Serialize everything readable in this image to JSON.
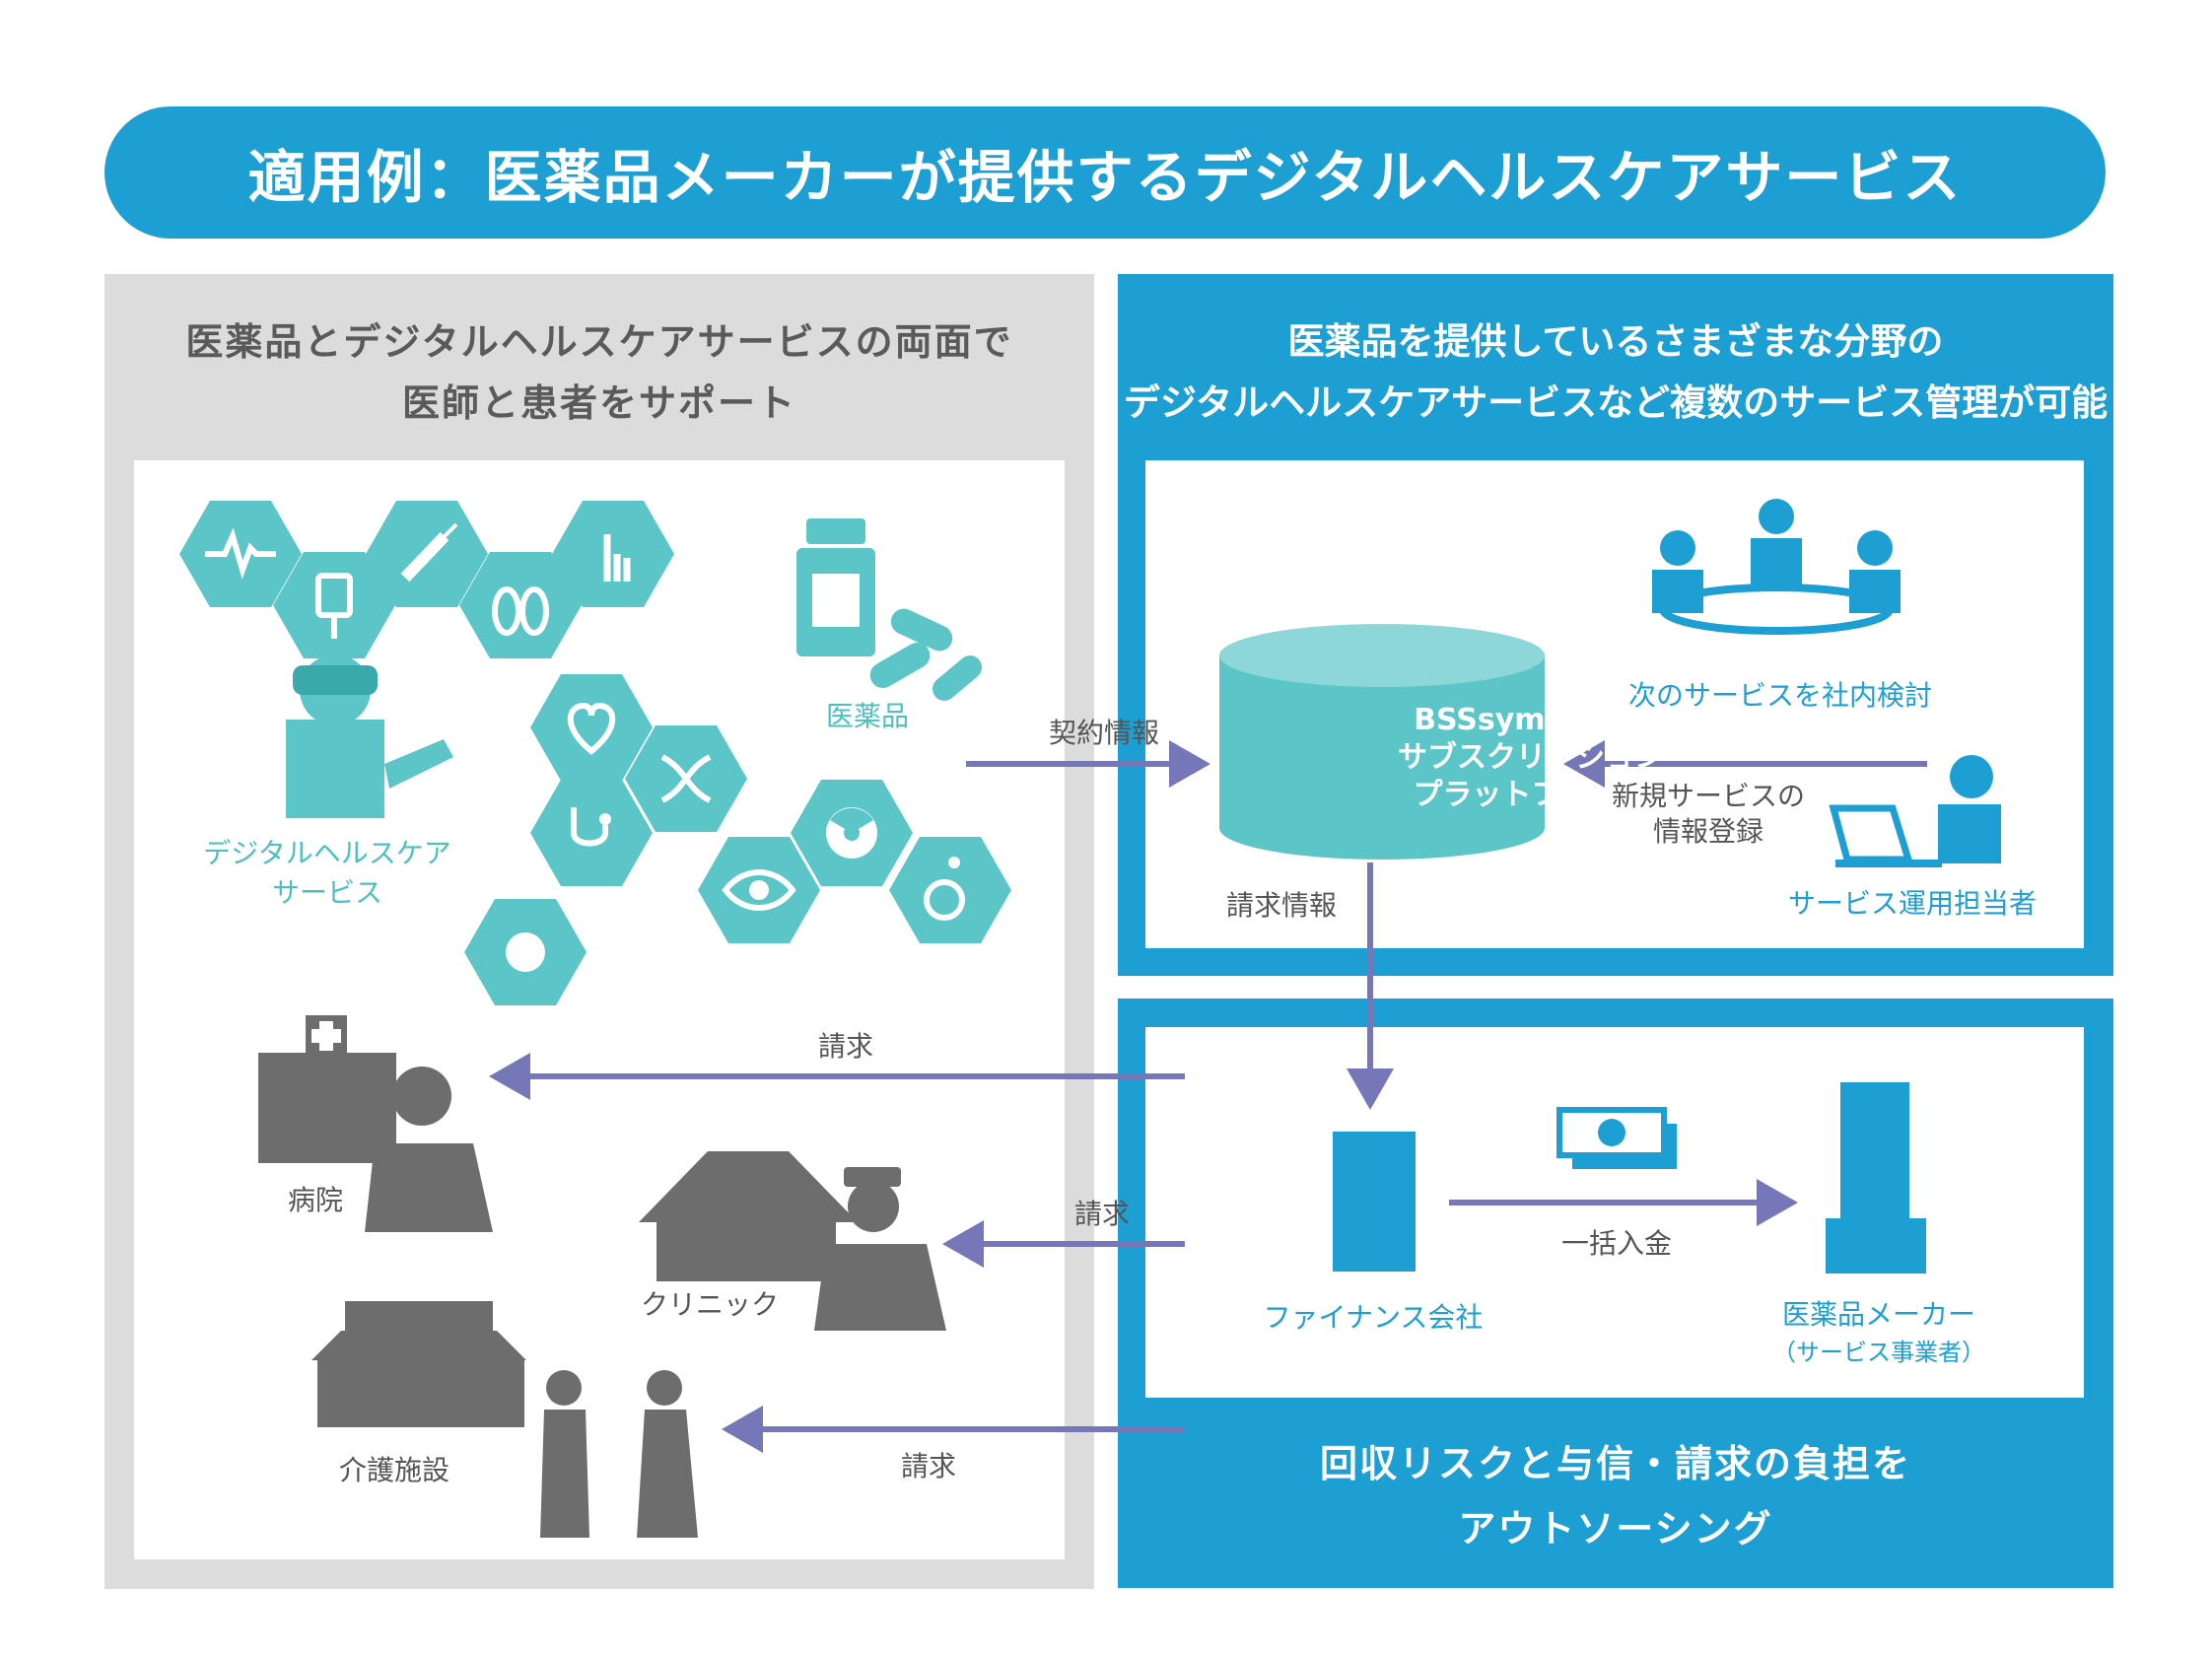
{
  "title": "適用例：医薬品メーカーが提供するデジタルヘルスケアサービス",
  "left_panel": {
    "heading_line1": "医薬品とデジタルヘルスケアサービスの両面で",
    "heading_line2": "医師と患者をサポート",
    "digital_label_line1": "デジタルヘルスケア",
    "digital_label_line2": "サービス",
    "medicine_label": "医薬品",
    "hospital_label": "病院",
    "clinic_label": "クリニック",
    "care_label": "介護施設"
  },
  "right_top": {
    "heading_line1": "医薬品を提供しているさまざまな分野の",
    "heading_line2": "デジタルヘルスケアサービスなど複数のサービス管理が可能",
    "platform_line1": "BSSsymphony",
    "platform_line2": "サブスクリプション",
    "platform_line3": "プラットフォーム",
    "meeting_label": "次のサービスを社内検討",
    "register_line1": "新規サービスの",
    "register_line2": "情報登録",
    "operator_label": "サービス運用担当者"
  },
  "right_bottom": {
    "finance_label": "ファイナンス会社",
    "maker_line1": "医薬品メーカー",
    "maker_line2": "（サービス事業者）",
    "payment_label": "一括入金",
    "heading_line1": "回収リスクと与信・請求の負担を",
    "heading_line2": "アウトソーシング"
  },
  "arrows": {
    "contract_info": "契約情報",
    "billing_info": "請求情報",
    "billing_hospital": "請求",
    "billing_clinic": "請求",
    "billing_care": "請求"
  },
  "colors": {
    "banner_blue": "#1d9fd3",
    "teal": "#4cc0c0",
    "arrow_purple": "#7577b8",
    "icon_gray": "#6d6d6d",
    "panel_gray": "#dcdcdc"
  }
}
